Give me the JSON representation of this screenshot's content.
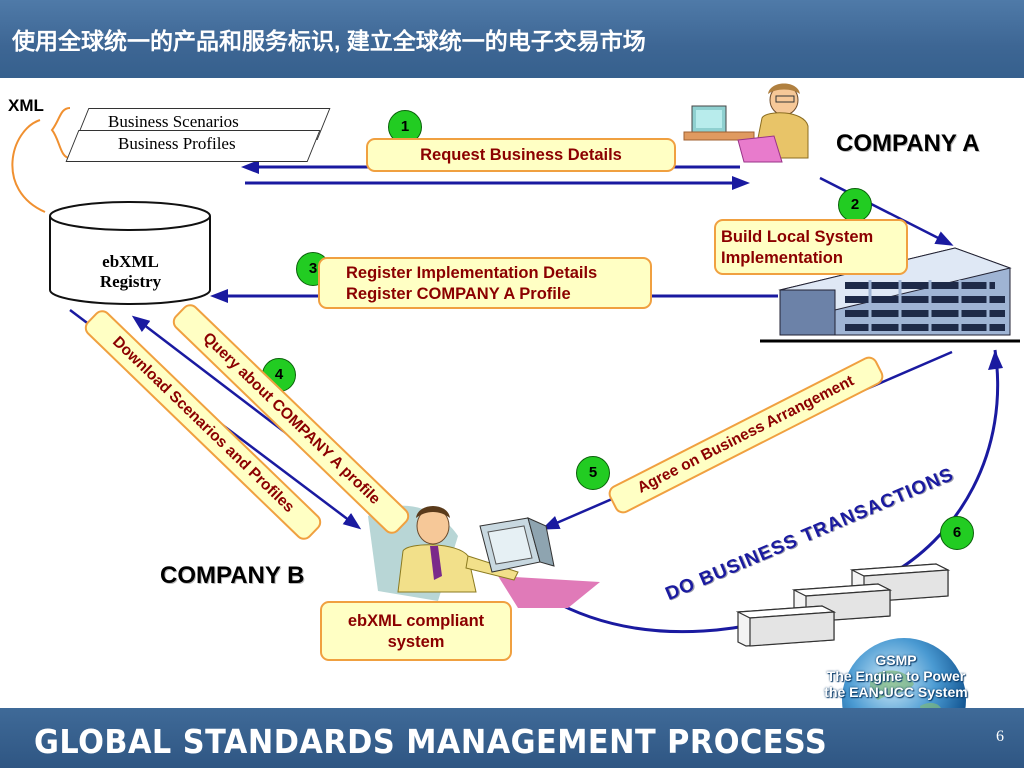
{
  "header": {
    "title": "使用全球统一的产品和服务标识, 建立全球统一的电子交易市场"
  },
  "xml": {
    "label": "XML",
    "items": [
      "Business Scenarios",
      "Business Profiles"
    ]
  },
  "registry": {
    "line1": "ebXML",
    "line2": "Registry"
  },
  "company_a": {
    "label": "COMPANY A"
  },
  "company_b": {
    "label": "COMPANY B"
  },
  "steps": [
    {
      "num": "1",
      "text": "Request Business Details"
    },
    {
      "num": "2",
      "line1": "Build Local System",
      "line2": "Implementation"
    },
    {
      "num": "3",
      "line1": "Register Implementation Details",
      "line2": "Register COMPANY A  Profile"
    },
    {
      "num": "4",
      "text": "Query about COMPANY A profile",
      "text2": "Download  Scenarios and Profiles"
    },
    {
      "num": "5",
      "text": "Agree on Business Arrangement"
    },
    {
      "num": "6",
      "text": "DO BUSINESS TRANSACTIONS"
    }
  ],
  "ebxml_system": {
    "line1": "ebXML compliant",
    "line2": "system"
  },
  "globe": {
    "line1": "GSMP",
    "line2": "The Engine to Power",
    "line3": "the EAN•UCC System"
  },
  "footer": {
    "title": "GLOBAL STANDARDS MANAGEMENT PROCESS",
    "page": "6"
  },
  "colors": {
    "header_blue": "#3d6694",
    "arrow_blue": "#1a1aa0",
    "box_fill": "#ffffc4",
    "box_border": "#f0a040",
    "box_text": "#8b0000",
    "step_green": "#22cc22",
    "transactions_blue": "#1a1aa0"
  }
}
